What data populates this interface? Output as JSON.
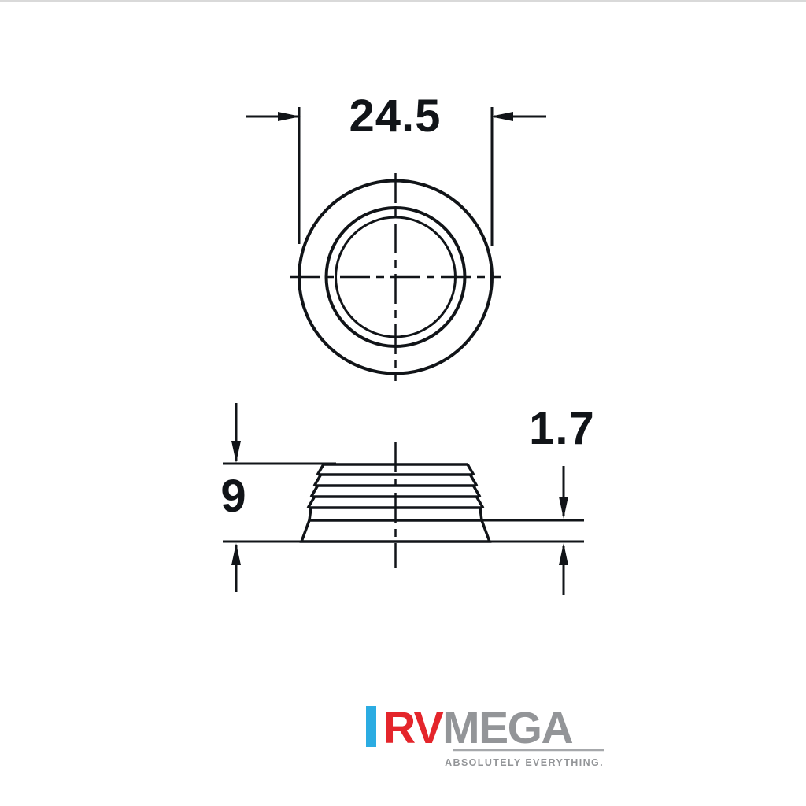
{
  "drawing": {
    "ink": "#111418",
    "dimensions": {
      "diameter": "24.5",
      "height": "9",
      "flange_thickness": "1.7"
    }
  },
  "logo": {
    "rv": "RV",
    "mega": "MEGA",
    "tagline": "ABSOLUTELY EVERYTHING.",
    "colors": {
      "rv": "#e4252b",
      "mega": "#939598",
      "bar": "#2bace2",
      "rule": "#a6a8ab",
      "tagline": "#939598"
    }
  }
}
